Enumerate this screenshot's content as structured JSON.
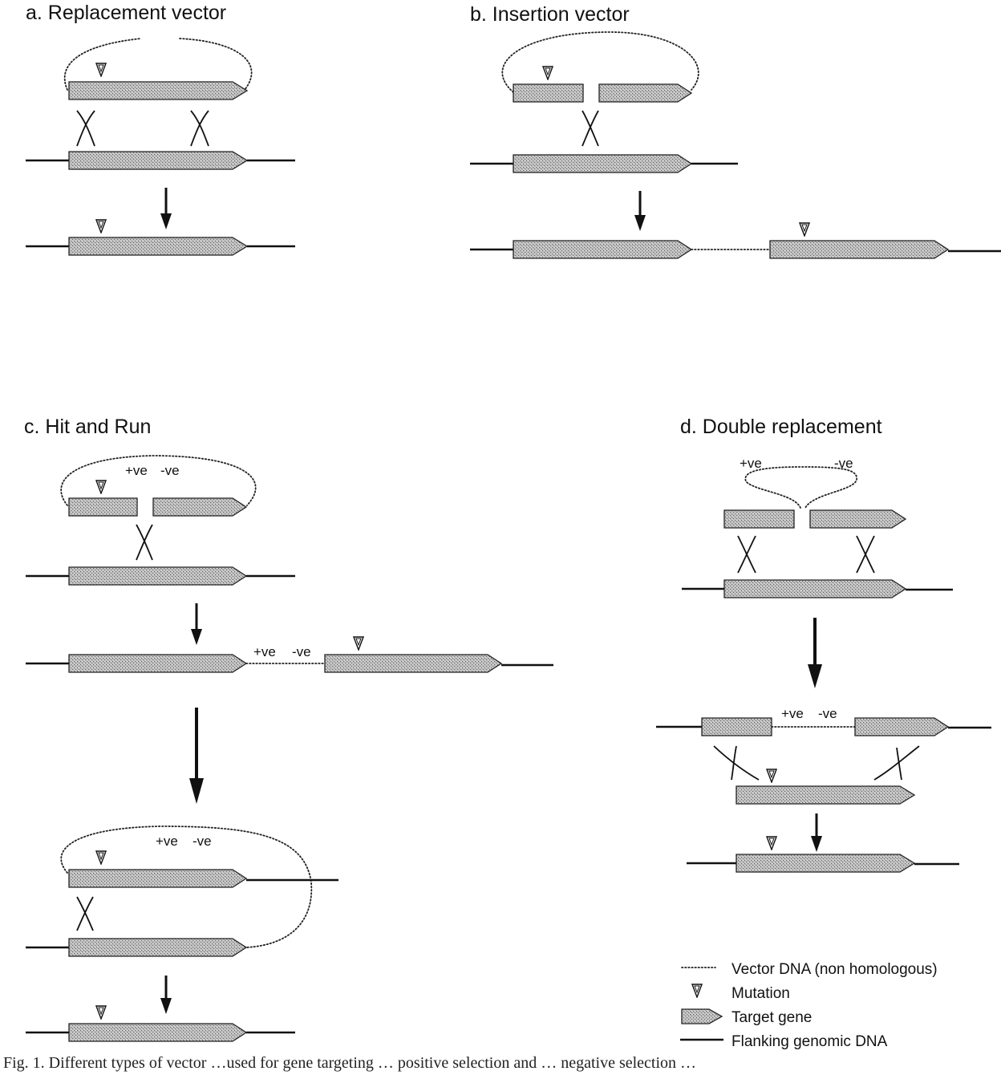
{
  "panels": {
    "a": {
      "title": "a.  Replacement vector"
    },
    "b": {
      "title": "b.  Insertion vector"
    },
    "c": {
      "title": "c.  Hit and Run"
    },
    "d": {
      "title": "d.  Double replacement"
    }
  },
  "marker_labels": {
    "positive": "+ve",
    "negative": "-ve"
  },
  "legend": {
    "vector_dna": "Vector DNA (non homologous)",
    "mutation": "Mutation",
    "target_gene": "Target gene",
    "flanking_dna": "Flanking genomic DNA"
  },
  "caption": "Fig. 1. Different types of vector …used for gene targeting … positive selection and … negative selection …"
}
